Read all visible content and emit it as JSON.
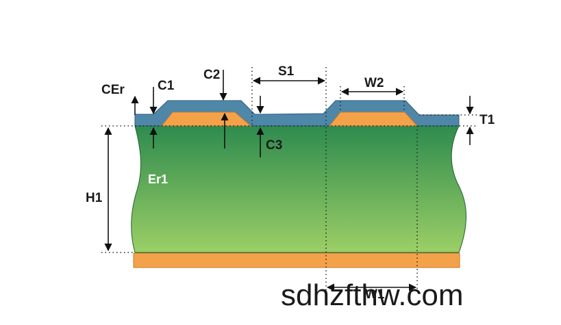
{
  "labels": {
    "cer": "CEr",
    "c1": "C1",
    "c2": "C2",
    "c3": "C3",
    "s1": "S1",
    "w2": "W2",
    "t1": "T1",
    "h1": "H1",
    "er1": "Er1",
    "w1": "W1"
  },
  "watermark": "sdhzfthw.com",
  "colors": {
    "substrate_top": "#2e8b4e",
    "substrate_bottom": "#9ccf66",
    "copper": "#f4a24a",
    "coating": "#4f87a8",
    "copper_stroke": "#c77a2a",
    "coating_stroke": "#2c5d7a"
  }
}
